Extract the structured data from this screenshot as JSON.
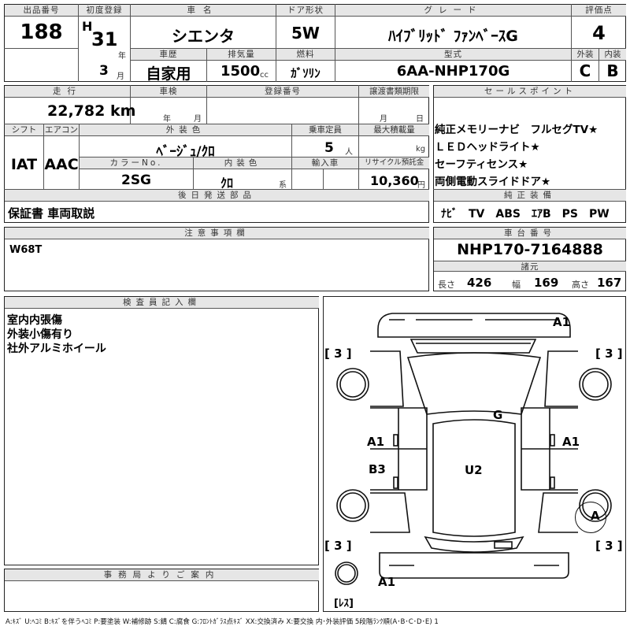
{
  "top": {
    "lot_label": "出品番号",
    "lot_value": "188",
    "first_reg_label": "初度登録",
    "era": "H",
    "year": "31",
    "year_unit": "年",
    "month": "3",
    "month_unit": "月",
    "car_name_label": "車名",
    "car_name": "シエンタ",
    "doors_label": "ドア形状",
    "doors": "5W",
    "grade_label": "グレード",
    "grade": "ﾊｲﾌﾞﾘｯﾄﾞ ﾌｧﾝﾍﾞｰｽG",
    "score_label": "評価点",
    "score": "4",
    "history_label": "車歴",
    "history": "自家用",
    "displacement_label": "排気量",
    "displacement": "1500",
    "displacement_unit": "cc",
    "fuel_label": "燃料",
    "fuel": "ｶﾞｿﾘﾝ",
    "model_label": "型式",
    "model": "6AA-NHP170G",
    "exterior_label": "外装",
    "exterior": "C",
    "interior_label": "内装",
    "interior": "B"
  },
  "mid": {
    "mileage_label": "走行",
    "mileage": "22,782",
    "mileage_unit": "km",
    "inspection_label": "車検",
    "inspection_year": "年",
    "inspection_month": "月",
    "regno_label": "登録番号",
    "transfer_label": "譲渡書類期限",
    "transfer_month": "月",
    "transfer_day": "日",
    "shift_label": "シフト",
    "shift": "IAT",
    "ac_label": "エアコン",
    "ac": "AAC",
    "color_label": "外装色",
    "color": "ﾍﾞｰｼﾞｭ/ｸﾛ",
    "capacity_label": "乗車定員",
    "capacity": "5",
    "capacity_unit": "人",
    "load_label": "最大積載量",
    "load_unit": "kg",
    "colorno_label": "カラーNo.",
    "colorno": "2SG",
    "intcolor_label": "内装色",
    "intcolor": "ｸﾛ",
    "intcolor_unit": "系",
    "import_label": "輸入車",
    "recycle_label": "リサイクル預託金",
    "recycle": "10,360",
    "recycle_unit": "円",
    "later_label": "後日発送部品",
    "later": "保証書 車両取説"
  },
  "sales": {
    "label": "セールスポイント",
    "lines": [
      "純正メモリーナビ　フルセグTV★",
      "ＬＥＤヘッドライト★",
      "セーフティセンス★",
      "両側電動スライドドア★"
    ],
    "equip_label": "純正装備",
    "equip": "ﾅﾋﾞ　TV　ABS　ｴｱB　PS　PW"
  },
  "notes": {
    "label": "注意事項欄",
    "text": "W68T"
  },
  "chassis": {
    "label": "車台番号",
    "value": "NHP170-7164888",
    "dims_label": "諸元",
    "length_label": "長さ",
    "length": "426",
    "width_label": "幅",
    "width": "169",
    "height_label": "高さ",
    "height": "167"
  },
  "inspector": {
    "label": "検査員記入欄",
    "lines": [
      "室内内張傷",
      "外装小傷有り",
      "社外アルミホイール"
    ]
  },
  "office": {
    "label": "事務局よりご案内"
  },
  "diagram": {
    "marks": {
      "front_bumper": "A1",
      "tl": "[ 3 ]",
      "tr": "[ 3 ]",
      "windshield": "G",
      "left_front_door": "A1",
      "right_front_door": "A1",
      "left_rear_door": "B3",
      "roof": "U2",
      "right_rear_wheel": "A",
      "bl": "[ 3 ]",
      "br": "[ 3 ]",
      "rear_bumper": "A1",
      "spare": "[ﾚｽ]"
    }
  },
  "legend": "A:ｷｽﾞ U:ﾍｺﾐ B:ｷｽﾞを伴うﾍｺﾐ P:要塗装 W:補修跡 S:錆 C:腐食 G:ﾌﾛﾝﾄｶﾞﾗｽ点ｷｽﾞ XX:交換済み X:要交換 内･外装評価 5段階ﾗﾝｸ順(A･B･C･D･E) 1"
}
